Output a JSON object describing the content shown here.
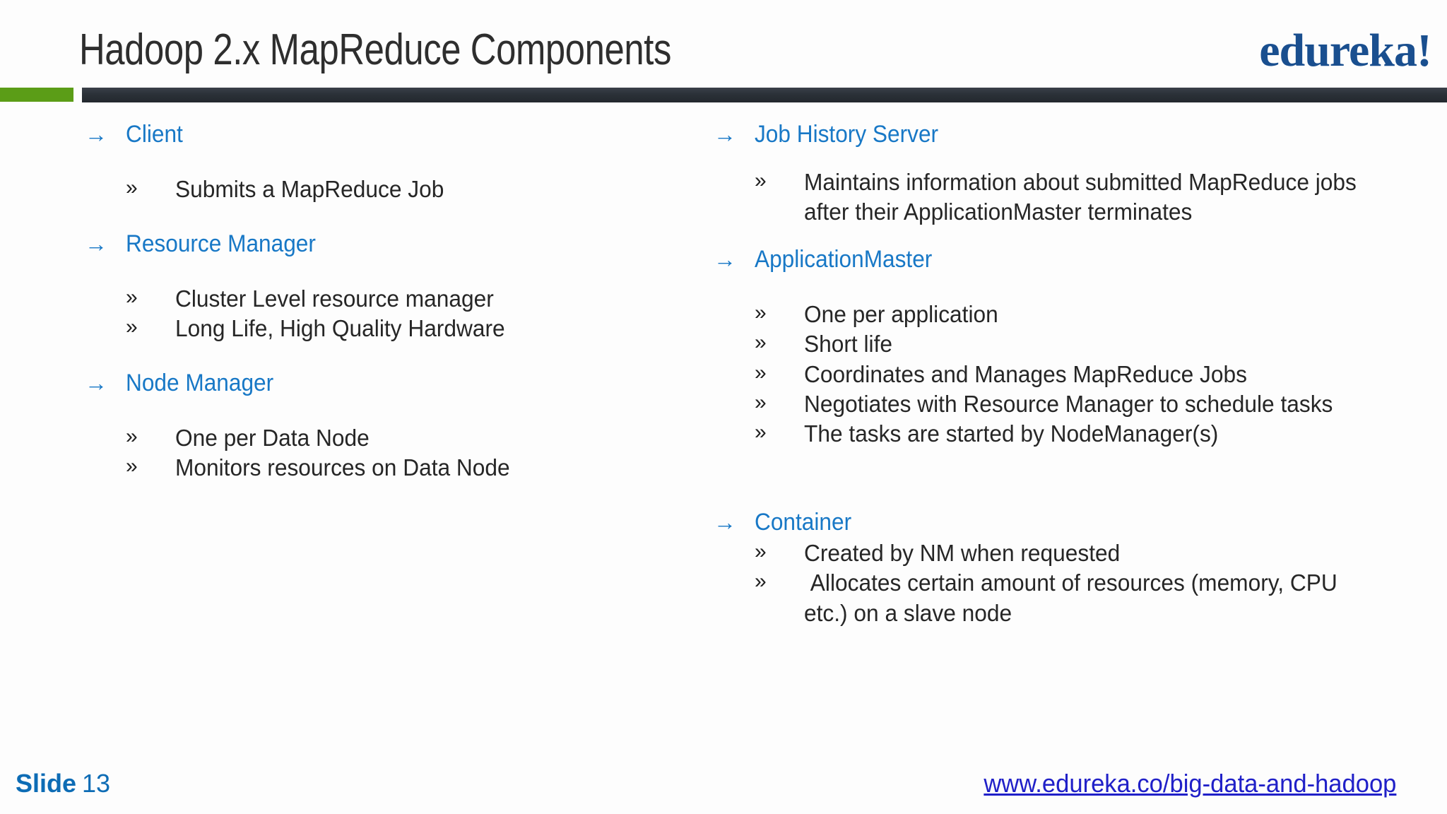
{
  "header": {
    "title": "Hadoop 2.x MapReduce Components",
    "logo": "edureka!",
    "accent_green": "#5b9d17",
    "rule_color": "#2b3138"
  },
  "theme": {
    "heading_blue": "#1878c6",
    "body_text": "#262626",
    "link_blue": "#2020c8",
    "slide_number_blue": "#0d6cb5",
    "arrow_glyph": "→",
    "bullet_glyph": "»"
  },
  "left_column": {
    "groups": [
      {
        "heading": "Client",
        "bullets": [
          "Submits a MapReduce Job"
        ]
      },
      {
        "heading": "Resource Manager",
        "bullets": [
          "Cluster Level resource manager",
          "Long Life, High Quality Hardware"
        ]
      },
      {
        "heading": "Node Manager",
        "bullets": [
          "One per Data Node",
          "Monitors resources on Data Node"
        ]
      }
    ]
  },
  "right_column": {
    "groups": [
      {
        "heading": "Job History Server",
        "bullets": [
          "Maintains information about submitted MapReduce jobs after their ApplicationMaster terminates"
        ]
      },
      {
        "heading": "ApplicationMaster",
        "bullets": [
          "One per application",
          "Short life",
          "Coordinates and Manages MapReduce Jobs",
          "Negotiates with Resource Manager to schedule tasks",
          "The tasks are started by NodeManager(s)"
        ]
      },
      {
        "heading": "Container",
        "bullets": [
          "Created by NM when requested",
          " Allocates certain amount of resources (memory, CPU etc.) on a slave node"
        ]
      }
    ]
  },
  "footer": {
    "slide_word": "Slide",
    "slide_number": "13",
    "link": "www.edureka.co/big-data-and-hadoop"
  }
}
